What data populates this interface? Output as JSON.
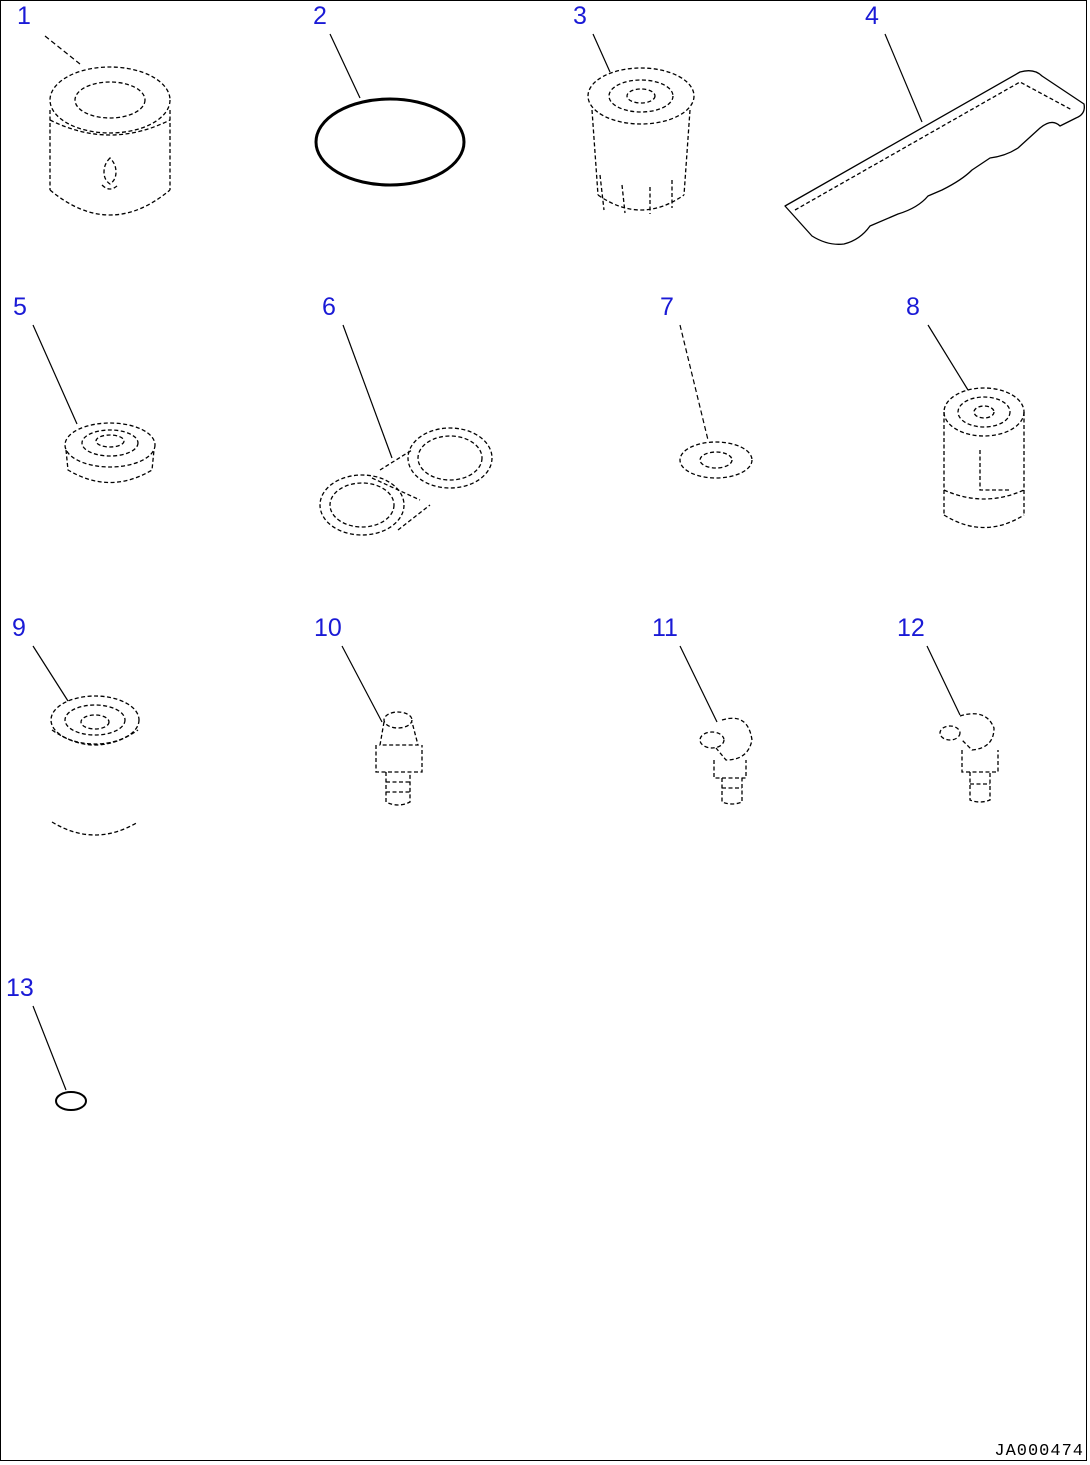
{
  "drawing_id": "JA000474",
  "callout_color": "#1a1ad6",
  "parts": [
    {
      "label": "1",
      "icon": "cartridge-filter-icon"
    },
    {
      "label": "2",
      "icon": "seal-ring-icon"
    },
    {
      "label": "3",
      "icon": "spin-on-filter-icon"
    },
    {
      "label": "4",
      "icon": "gasket-icon"
    },
    {
      "label": "5",
      "icon": "filter-element-icon"
    },
    {
      "label": "6",
      "icon": "double-gasket-icon"
    },
    {
      "label": "7",
      "icon": "washer-icon"
    },
    {
      "label": "8",
      "icon": "spin-on-filter-icon"
    },
    {
      "label": "9",
      "icon": "fuel-filter-icon"
    },
    {
      "label": "10",
      "icon": "grease-fitting-straight-icon"
    },
    {
      "label": "11",
      "icon": "grease-fitting-elbow-icon"
    },
    {
      "label": "12",
      "icon": "grease-fitting-elbow-icon"
    },
    {
      "label": "13",
      "icon": "o-ring-icon"
    }
  ]
}
